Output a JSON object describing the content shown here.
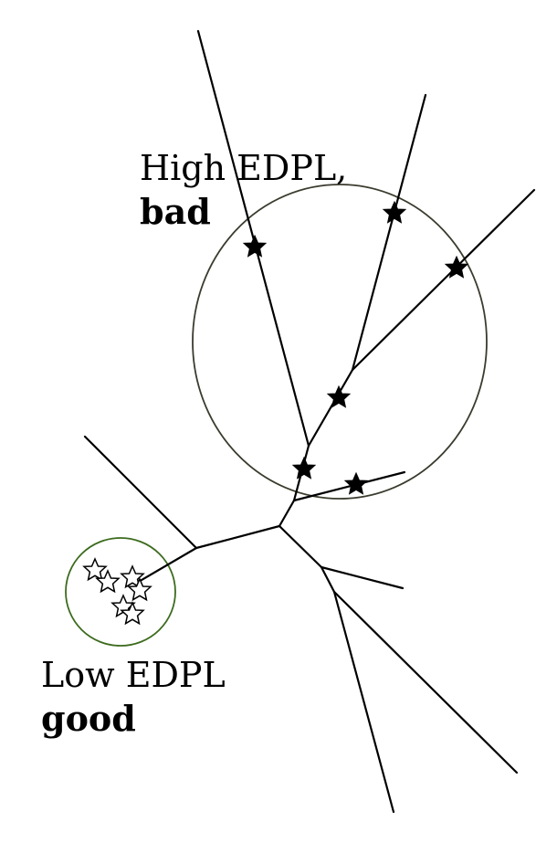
{
  "labels": {
    "high_line1": "High EDPL,",
    "high_line2": "bad",
    "low_line1": "Low EDPL",
    "low_line2": "good"
  },
  "colors": {
    "tree": "#000000",
    "high_circle": "#3b3b2e",
    "low_circle": "#3c6b1e"
  },
  "icons": {
    "placement_marker": "star-icon"
  }
}
